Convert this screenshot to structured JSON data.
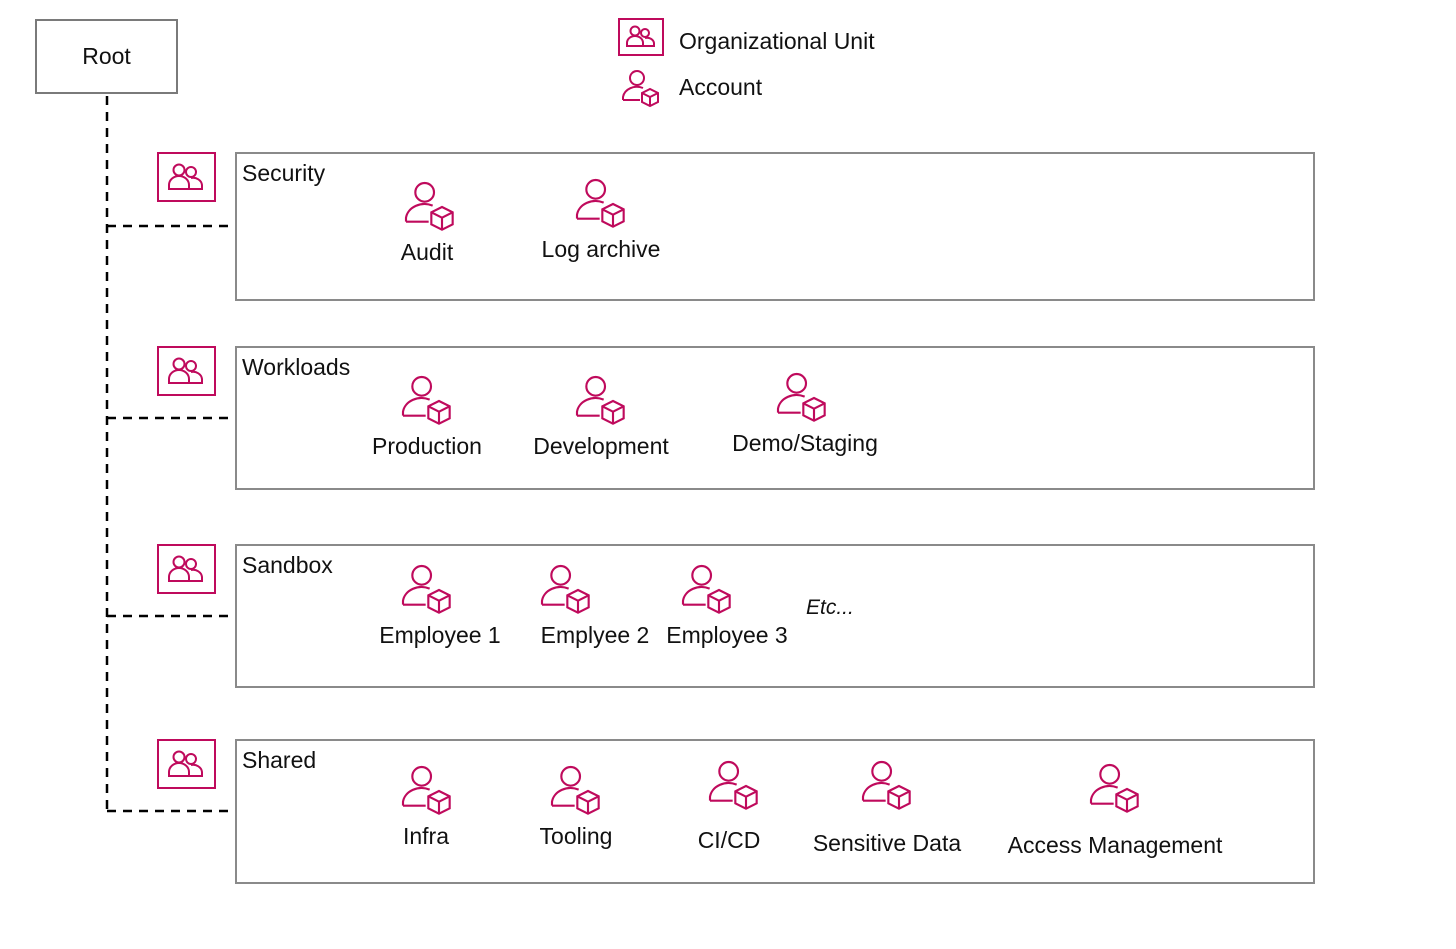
{
  "root": {
    "label": "Root"
  },
  "legend": {
    "ou_label": "Organizational Unit",
    "account_label": "Account",
    "ou_icon": "organizational-unit-icon",
    "account_icon": "account-icon"
  },
  "colors": {
    "accent": "#BF0A5C",
    "frame": "#8a8a8a",
    "connector": "#000000"
  },
  "ous": [
    {
      "name": "Security",
      "accounts": [
        "Audit",
        "Log archive"
      ]
    },
    {
      "name": "Workloads",
      "accounts": [
        "Production",
        "Development",
        "Demo/Staging"
      ]
    },
    {
      "name": "Sandbox",
      "accounts": [
        "Employee 1",
        "Emplyee 2",
        "Employee 3"
      ],
      "more": "Etc..."
    },
    {
      "name": "Shared",
      "accounts": [
        "Infra",
        "Tooling",
        "CI/CD",
        "Sensitive Data",
        "Access Management"
      ]
    }
  ]
}
